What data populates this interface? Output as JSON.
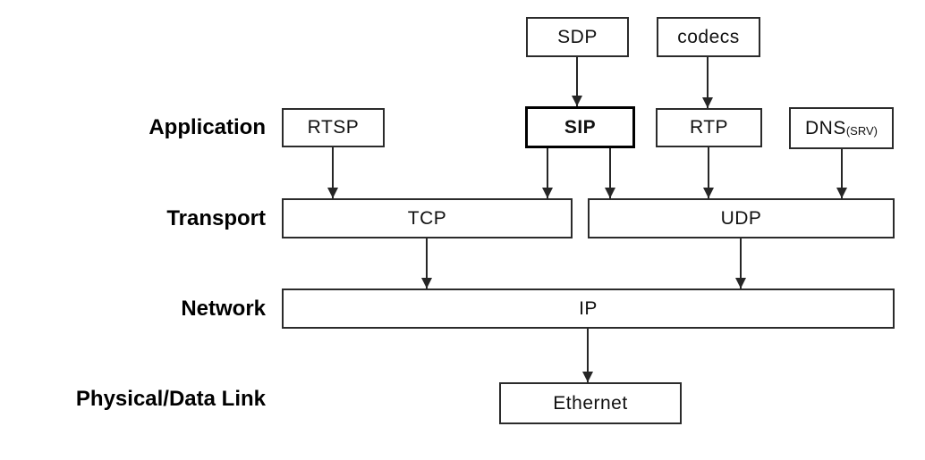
{
  "diagram": {
    "layers": [
      {
        "label": "Application"
      },
      {
        "label": "Transport"
      },
      {
        "label": "Network"
      },
      {
        "label": "Physical/Data Link"
      }
    ],
    "nodes": {
      "sdp": {
        "label": "SDP"
      },
      "codecs": {
        "label": "codecs"
      },
      "rtsp": {
        "label": "RTSP"
      },
      "sip": {
        "label": "SIP",
        "emphasized": true
      },
      "rtp": {
        "label": "RTP"
      },
      "dns": {
        "label": "DNS",
        "sublabel": "(SRV)"
      },
      "tcp": {
        "label": "TCP"
      },
      "udp": {
        "label": "UDP"
      },
      "ip": {
        "label": "IP"
      },
      "ethernet": {
        "label": "Ethernet"
      }
    },
    "edges": [
      {
        "from": "SDP",
        "to": "SIP"
      },
      {
        "from": "codecs",
        "to": "RTP"
      },
      {
        "from": "RTSP",
        "to": "TCP"
      },
      {
        "from": "SIP",
        "to": "TCP"
      },
      {
        "from": "SIP",
        "to": "UDP"
      },
      {
        "from": "RTP",
        "to": "UDP"
      },
      {
        "from": "DNS(SRV)",
        "to": "UDP"
      },
      {
        "from": "TCP",
        "to": "IP"
      },
      {
        "from": "UDP",
        "to": "IP"
      },
      {
        "from": "IP",
        "to": "Ethernet"
      }
    ],
    "colors": {
      "background": "#ffffff",
      "line": "#262626",
      "box_border": "#2b2b2b",
      "emphasis_border": "#000000",
      "text": "#111111"
    }
  }
}
